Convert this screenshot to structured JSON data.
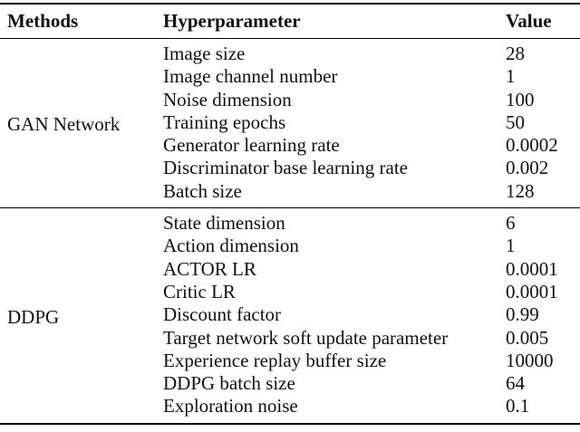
{
  "page": {
    "background": "#ffffff",
    "text_color": "#111111",
    "rule_color": "#000000"
  },
  "table": {
    "columns": [
      {
        "label": "Methods"
      },
      {
        "label": "Hyperparameter"
      },
      {
        "label": "Value"
      }
    ],
    "sections": [
      {
        "method": "GAN Network",
        "rows": [
          {
            "hyperparameter": "Image size",
            "value": "28"
          },
          {
            "hyperparameter": "Image channel number",
            "value": "1"
          },
          {
            "hyperparameter": "Noise dimension",
            "value": "100"
          },
          {
            "hyperparameter": "Training epochs",
            "value": "50"
          },
          {
            "hyperparameter": "Generator learning rate",
            "value": "0.0002"
          },
          {
            "hyperparameter": "Discriminator base learning rate",
            "value": "0.002"
          },
          {
            "hyperparameter": "Batch size",
            "value": "128"
          }
        ]
      },
      {
        "method": "DDPG",
        "rows": [
          {
            "hyperparameter": "State dimension",
            "value": "6"
          },
          {
            "hyperparameter": "Action dimension",
            "value": "1"
          },
          {
            "hyperparameter": "ACTOR LR",
            "value": "0.0001"
          },
          {
            "hyperparameter": "Critic LR",
            "value": "0.0001"
          },
          {
            "hyperparameter": "Discount factor",
            "value": "0.99"
          },
          {
            "hyperparameter": "Target network soft update parameter",
            "value": "0.005"
          },
          {
            "hyperparameter": "Experience replay buffer size",
            "value": "10000"
          },
          {
            "hyperparameter": "DDPG batch size",
            "value": "64"
          },
          {
            "hyperparameter": "Exploration noise",
            "value": "0.1"
          }
        ]
      }
    ]
  }
}
